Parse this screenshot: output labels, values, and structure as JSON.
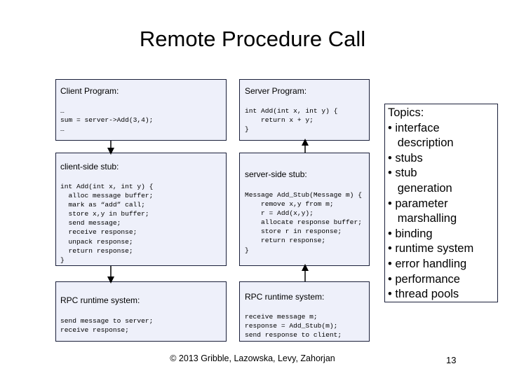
{
  "title": "Remote Procedure Call",
  "client": {
    "program_label": "Client Program:",
    "program_code": "…\nsum = server->Add(3,4);\n…",
    "stub_label": "client-side stub:",
    "stub_code": "int Add(int x, int y) {\n  alloc message buffer;\n  mark as “add” call;\n  store x,y in buffer;\n  send message;\n  receive response;\n  unpack response;\n  return response;\n}",
    "runtime_label": "RPC runtime system:",
    "runtime_code": "send message to server;\nreceive response;"
  },
  "server": {
    "program_label": "Server Program:",
    "program_code": "int Add(int x, int y) {\n    return x + y;\n}",
    "stub_label": "server-side stub:",
    "stub_code": "Message Add_Stub(Message m) {\n    remove x,y from m;\n    r = Add(x,y);\n    allocate response buffer;\n    store r in response;\n    return response;\n}",
    "runtime_label": "RPC runtime system:",
    "runtime_code": "receive message m;\nresponse = Add_Stub(m);\nsend response to client;"
  },
  "topics": {
    "heading": "Topics:",
    "items": [
      "• interface",
      "   description",
      "• stubs",
      "• stub",
      "   generation",
      "• parameter",
      "   marshalling",
      "• binding",
      "• runtime system",
      "• error handling",
      "• performance",
      "• thread pools"
    ]
  },
  "footer": "© 2013 Gribble, Lazowska, Levy, Zahorjan",
  "page_number": "13",
  "colors": {
    "box_fill": "#eef0fa",
    "box_border": "#1a1f3a"
  }
}
